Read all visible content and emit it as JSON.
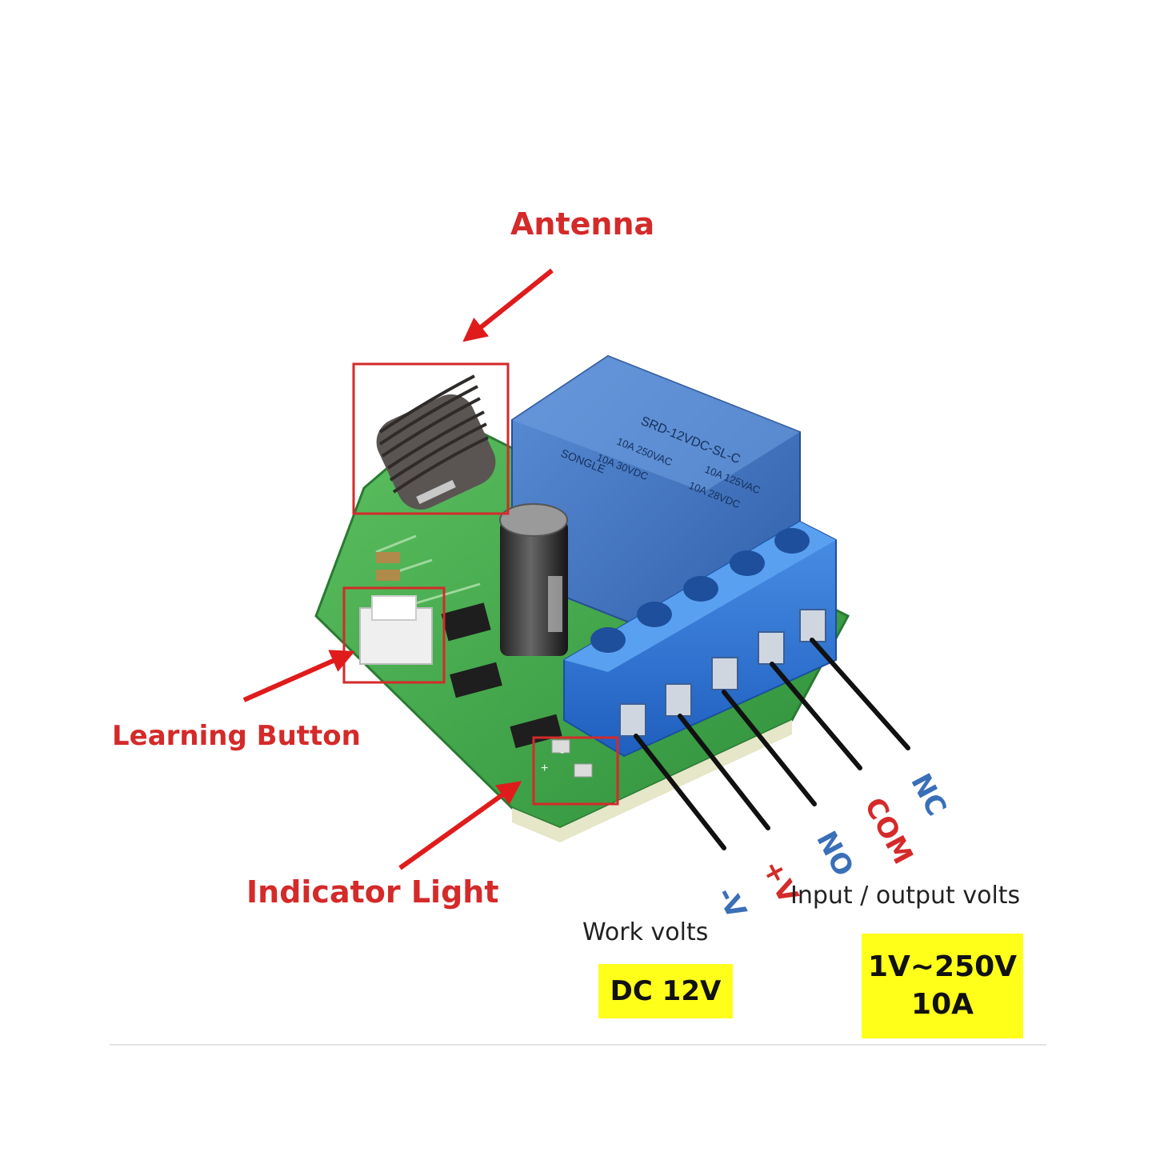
{
  "callouts": {
    "antenna": "Antenna",
    "learning_button": "Learning Button",
    "indicator_light": "Indicator Light"
  },
  "terminals": {
    "neg_v": "-V",
    "pos_v": "+V",
    "no": "NO",
    "com": "COM",
    "nc": "NC"
  },
  "specs": {
    "work_volts_label": "Work volts",
    "work_volts_value": "DC 12V",
    "io_label": "Input / output  volts",
    "io_value_voltage": "1V~250V",
    "io_value_current": "10A"
  },
  "relay_print": {
    "model": "SRD-12VDC-SL-C",
    "brand": "SONGLE",
    "rating_1": "10A 250VAC",
    "rating_2": "10A 30VDC",
    "rating_3": "10A 125VAC",
    "rating_4": "10A 28VDC"
  },
  "pcb_print": {
    "pin_plus": "+",
    "pin_minus": "-"
  },
  "colors": {
    "callout_red": "#d42a2a",
    "terminal_blue": "#3a6fb8",
    "highlight_yellow": "#ffff1a",
    "pcb_green": "#3fa84a",
    "relay_blue": "#3f6fb6",
    "terminal_block_blue": "#2f74d0"
  }
}
